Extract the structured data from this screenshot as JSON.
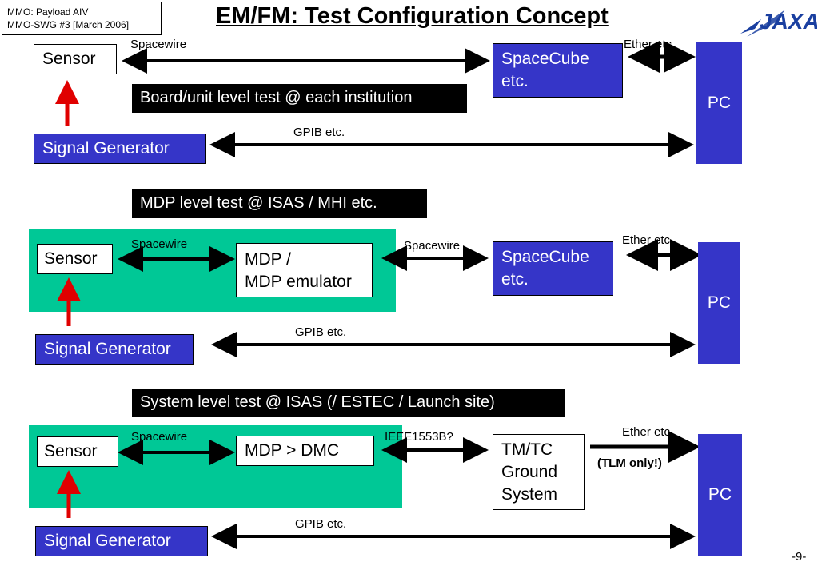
{
  "header": {
    "line1": "MMO: Payload AIV",
    "line2": "MMO-SWG #3 [March 2006]"
  },
  "title": "EM/FM: Test Configuration Concept",
  "logo_text": "JAXA",
  "page_number": "-9-",
  "colors": {
    "blue": "#3535c8",
    "green": "#00c896",
    "red_arrow": "#e00000"
  },
  "section1": {
    "sensor": "Sensor",
    "spacecube_line1": "SpaceCube",
    "spacecube_line2": "etc.",
    "banner": "Board/unit level test @ each institution",
    "signal_generator": "Signal Generator",
    "pc": "PC",
    "spacewire_label": "Spacewire",
    "ether_label": "Ether etc.",
    "gpib_label": "GPIB etc."
  },
  "section2": {
    "banner": "MDP level test @ ISAS / MHI etc.",
    "sensor": "Sensor",
    "mdp_line1": "MDP /",
    "mdp_line2": "MDP emulator",
    "spacecube_line1": "SpaceCube",
    "spacecube_line2": "etc.",
    "signal_generator": "Signal Generator",
    "pc": "PC",
    "spacewire_label_1": "Spacewire",
    "spacewire_label_2": "Spacewire",
    "ether_label": "Ether etc.",
    "gpib_label": "GPIB etc."
  },
  "section3": {
    "banner": "System level test @ ISAS (/ ESTEC / Launch site)",
    "sensor": "Sensor",
    "mdp": "MDP > DMC",
    "tmtc_line1": "TM/TC",
    "tmtc_line2": "Ground",
    "tmtc_line3": "System",
    "signal_generator": "Signal Generator",
    "pc": "PC",
    "spacewire_label": "Spacewire",
    "ieee_label": "IEEE1553B?",
    "ether_label": "Ether etc.",
    "tlm_label": "(TLM only!)",
    "gpib_label": "GPIB etc."
  }
}
